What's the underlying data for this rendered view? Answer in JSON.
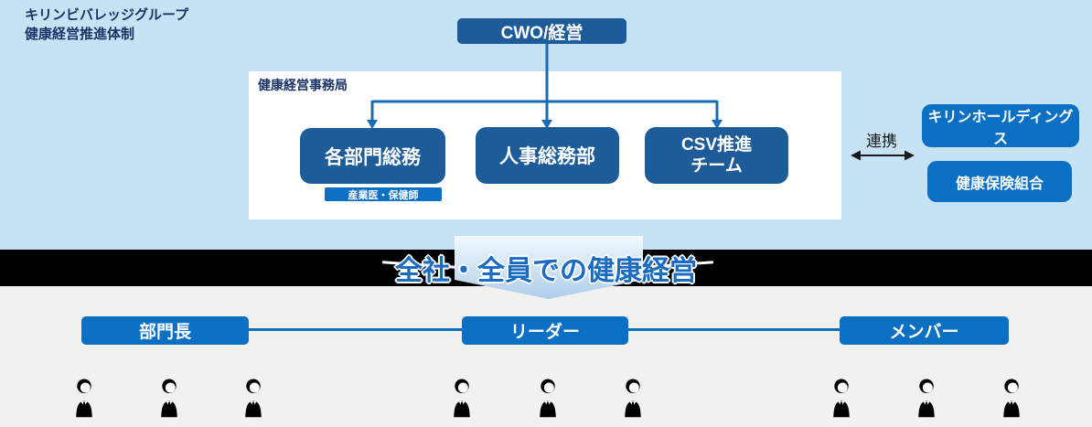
{
  "page": {
    "title": "キリンビバレッジグループ\n健康経営推進体制"
  },
  "org": {
    "top_box": "CWO/経営",
    "office": {
      "label": "健康経営事務局",
      "departments": [
        {
          "label": "各部門総務",
          "sub": "産業医・保健師"
        },
        {
          "label": "人事総務部"
        },
        {
          "label": "CSV推進\nチーム"
        }
      ]
    },
    "external": {
      "link_label": "連携",
      "partners": [
        "キリンホールディングス",
        "健康保険組合"
      ]
    }
  },
  "banner": {
    "headline": "全社・全員での健康経営"
  },
  "bottom": {
    "roles": [
      {
        "label": "部門長",
        "members": 3
      },
      {
        "label": "リーダー",
        "members": 3
      },
      {
        "label": "メンバー",
        "members": 3
      }
    ]
  },
  "colors": {
    "background_blue": "#c5e3f4",
    "dark_blue_box": "#1d5c99",
    "bright_blue_box": "#0b70c4",
    "connector_blue": "#1a6ab5",
    "headline_blue": "#1b6cc0",
    "band_black": "#000000",
    "bottom_gray": "#f1f1f0"
  }
}
